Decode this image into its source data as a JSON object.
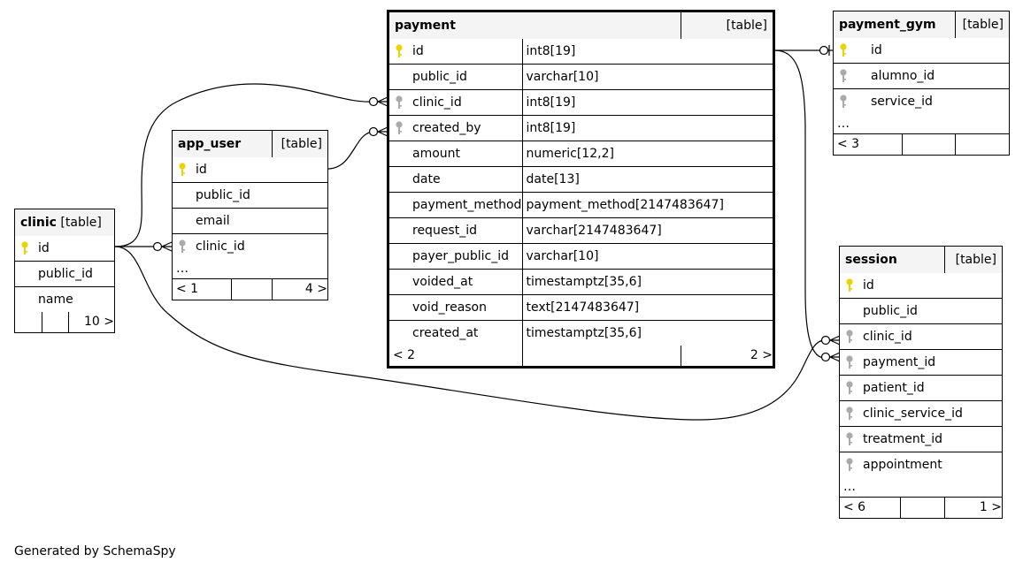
{
  "table_type_label": "[table]",
  "ellipsis": "…",
  "colors": {
    "pk_key": "#e8d400",
    "fk_key": "#aaaaaa",
    "header_bg": "#f4f4f4"
  },
  "tables": {
    "payment": {
      "name": "payment",
      "columns": [
        {
          "name": "id",
          "type": "int8[19]",
          "icon": "primary-key-icon"
        },
        {
          "name": "public_id",
          "type": "varchar[10]",
          "icon": ""
        },
        {
          "name": "clinic_id",
          "type": "int8[19]",
          "icon": "foreign-key-icon"
        },
        {
          "name": "created_by",
          "type": "int8[19]",
          "icon": "foreign-key-icon"
        },
        {
          "name": "amount",
          "type": "numeric[12,2]",
          "icon": ""
        },
        {
          "name": "date",
          "type": "date[13]",
          "icon": ""
        },
        {
          "name": "payment_method",
          "type": "payment_method[2147483647]",
          "icon": ""
        },
        {
          "name": "request_id",
          "type": "varchar[2147483647]",
          "icon": ""
        },
        {
          "name": "payer_public_id",
          "type": "varchar[10]",
          "icon": ""
        },
        {
          "name": "voided_at",
          "type": "timestamptz[35,6]",
          "icon": ""
        },
        {
          "name": "void_reason",
          "type": "text[2147483647]",
          "icon": ""
        },
        {
          "name": "created_at",
          "type": "timestamptz[35,6]",
          "icon": ""
        }
      ],
      "nav_left": "< 2",
      "nav_right": "2 >"
    },
    "payment_gym": {
      "name": "payment_gym",
      "columns": [
        {
          "name": "id",
          "icon": "primary-key-icon"
        },
        {
          "name": "alumno_id",
          "icon": "foreign-key-icon"
        },
        {
          "name": "service_id",
          "icon": "foreign-key-icon"
        }
      ],
      "nav_left": "< 3",
      "nav_right": ""
    },
    "app_user": {
      "name": "app_user",
      "columns": [
        {
          "name": "id",
          "icon": "primary-key-icon"
        },
        {
          "name": "public_id",
          "icon": ""
        },
        {
          "name": "email",
          "icon": ""
        },
        {
          "name": "clinic_id",
          "icon": "foreign-key-icon"
        }
      ],
      "nav_left": "< 1",
      "nav_right": "4 >"
    },
    "clinic": {
      "name": "clinic",
      "columns": [
        {
          "name": "id",
          "icon": "primary-key-icon"
        },
        {
          "name": "public_id",
          "icon": ""
        },
        {
          "name": "name",
          "icon": ""
        }
      ],
      "nav_left": "",
      "nav_right": "10 >"
    },
    "session": {
      "name": "session",
      "columns": [
        {
          "name": "id",
          "icon": "primary-key-icon"
        },
        {
          "name": "public_id",
          "icon": ""
        },
        {
          "name": "clinic_id",
          "icon": "foreign-key-icon"
        },
        {
          "name": "payment_id",
          "icon": "foreign-key-icon"
        },
        {
          "name": "patient_id",
          "icon": "foreign-key-icon"
        },
        {
          "name": "clinic_service_id",
          "icon": "foreign-key-icon"
        },
        {
          "name": "treatment_id",
          "icon": "foreign-key-icon"
        },
        {
          "name": "appointment",
          "icon": "foreign-key-icon"
        }
      ],
      "nav_left": "< 6",
      "nav_right": "1 >"
    }
  },
  "relationships": [
    {
      "from": "payment.clinic_id",
      "to": "clinic.id"
    },
    {
      "from": "payment.created_by",
      "to": "app_user.id"
    },
    {
      "from": "payment_gym.id",
      "to": "payment.id"
    },
    {
      "from": "app_user.clinic_id",
      "to": "clinic.id"
    },
    {
      "from": "session.clinic_id",
      "to": "clinic.id"
    },
    {
      "from": "session.payment_id",
      "to": "payment.id"
    }
  ],
  "footer": "Generated by SchemaSpy"
}
